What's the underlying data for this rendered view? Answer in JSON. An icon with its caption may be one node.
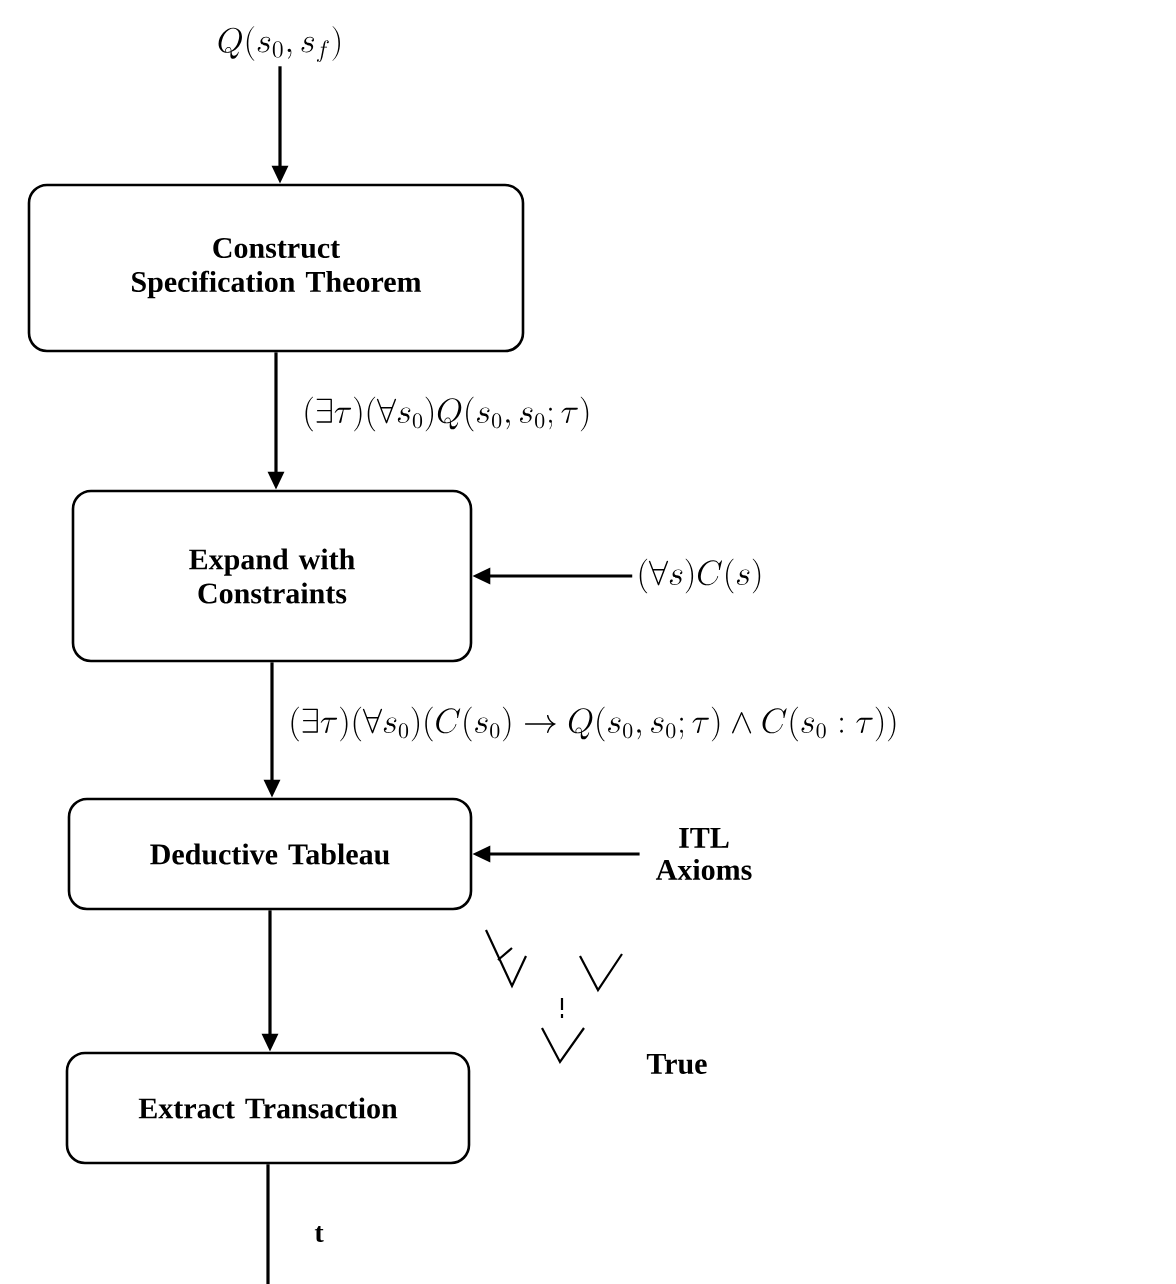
{
  "diagram": {
    "nodes": [
      {
        "text": [
          "Q(s_0, s_f)"
        ]
      },
      {
        "text": [
          "Construct Specification Theorem"
        ]
      },
      {
        "text": [
          "Expand with Constraints"
        ]
      },
      {
        "text": [
          "(\\forall s) C(s)"
        ]
      },
      {
        "text": [
          "Deductive Tableau"
        ]
      },
      {
        "text": [
          "ITL Axioms"
        ]
      },
      {
        "text": [
          "Extract Transaction"
        ]
      }
    ],
    "edges": [
      {
        "from": 0,
        "to": 1,
        "arrow": "to"
      },
      {
        "from": 1,
        "to": 2,
        "arrow": "to",
        "label": "(\\exists \\tau)(\\forall s_0) Q(s_0, s_0; \\tau)"
      },
      {
        "from": 3,
        "to": 2,
        "arrow": "to"
      },
      {
        "from": 2,
        "to": 4,
        "arrow": "to",
        "label": "(\\exists \\tau)(\\forall s_0)(C(s_0) \\rightarrow Q(s_0, s_0; \\tau) \\wedge C(s_0 : \\tau))"
      },
      {
        "from": 5,
        "to": 4,
        "arrow": "to"
      },
      {
        "from": 4,
        "to": 6,
        "arrow": "to"
      },
      {
        "from": 6,
        "to": null,
        "arrow": "none",
        "label": "t"
      }
    ],
    "labels": [
      "True"
    ]
  }
}
